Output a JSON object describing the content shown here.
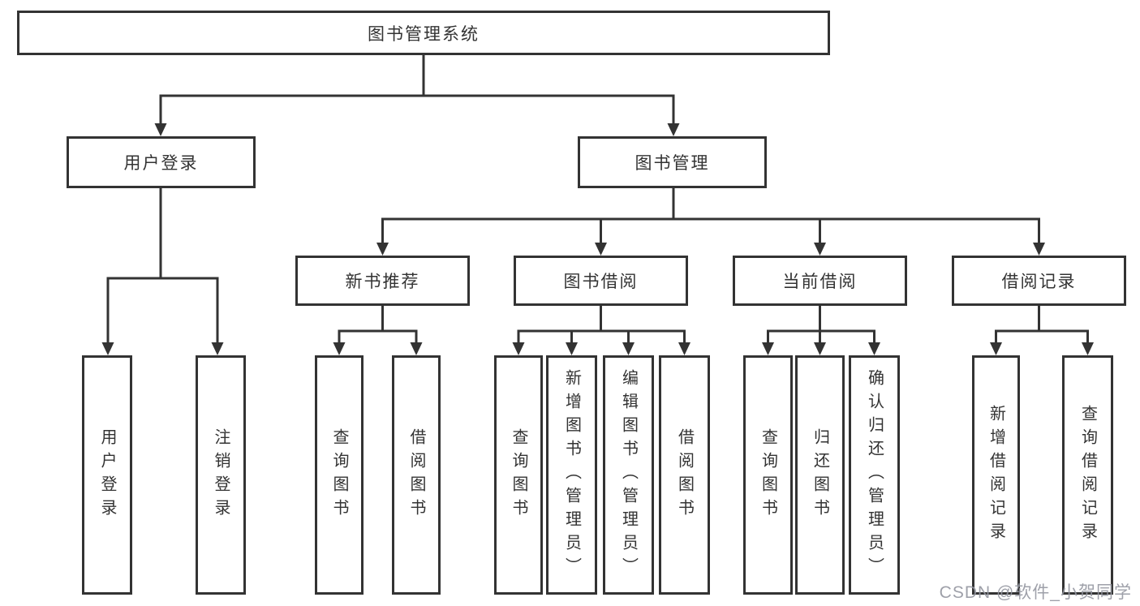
{
  "tree": {
    "label": "图书管理系统",
    "children": [
      {
        "label": "用户登录",
        "children": [
          {
            "label": "用户登录"
          },
          {
            "label": "注销登录"
          }
        ]
      },
      {
        "label": "图书管理",
        "children": [
          {
            "label": "新书推荐",
            "children": [
              {
                "label": "查询图书"
              },
              {
                "label": "借阅图书"
              }
            ]
          },
          {
            "label": "图书借阅",
            "children": [
              {
                "label": "查询图书"
              },
              {
                "label": "新增图书（管理员）"
              },
              {
                "label": "编辑图书（管理员）"
              },
              {
                "label": "借阅图书"
              }
            ]
          },
          {
            "label": "当前借阅",
            "children": [
              {
                "label": "查询图书"
              },
              {
                "label": "归还图书"
              },
              {
                "label": "确认归还（管理员）"
              }
            ]
          },
          {
            "label": "借阅记录",
            "children": [
              {
                "label": "新增借阅记录"
              },
              {
                "label": "查询借阅记录"
              }
            ]
          }
        ]
      }
    ]
  },
  "colors": {
    "line": "#333333",
    "text": "#333333",
    "background": "#ffffff",
    "watermark": "#9aa0a8"
  },
  "watermark": {
    "text": "CSDN @软件_小贺同学"
  }
}
